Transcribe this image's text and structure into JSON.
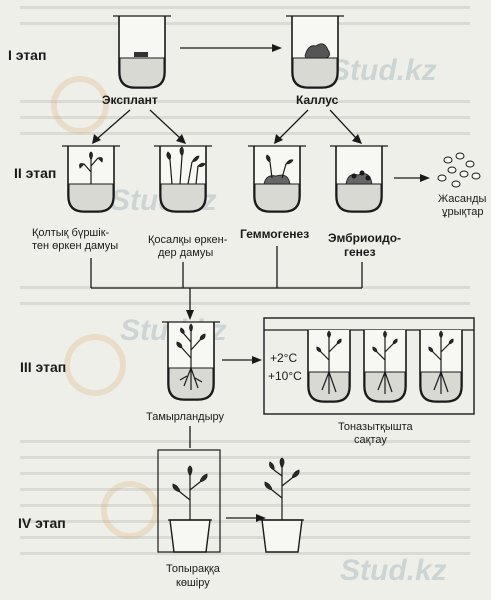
{
  "stages": {
    "s1": "I этап",
    "s2": "II этап",
    "s3": "III этап",
    "s4": "IV этап"
  },
  "labels": {
    "explant": "Эксплант",
    "callus": "Каллус",
    "axillary_1": "Қолтық бүршік-",
    "axillary_2": "тен өркен дамуы",
    "adventitious_1": "Қосалқы өркен-",
    "adventitious_2": "дер дамуы",
    "gemmogenesis": "Геммогенез",
    "embryoidogenesis_1": "Эмбриоидо-",
    "embryoidogenesis_2": "генез",
    "artificial_seeds_1": "Жасанды",
    "artificial_seeds_2": "ұрықтар",
    "rooting": "Тамырландыру",
    "cold_storage_1": "Тоназытқышта",
    "cold_storage_2": "сақтау",
    "temp_high": "+2°С",
    "temp_low": "+10°С",
    "soil_1": "Топыраққа",
    "soil_2": "көшіру"
  },
  "watermark": "Stud.kz"
}
